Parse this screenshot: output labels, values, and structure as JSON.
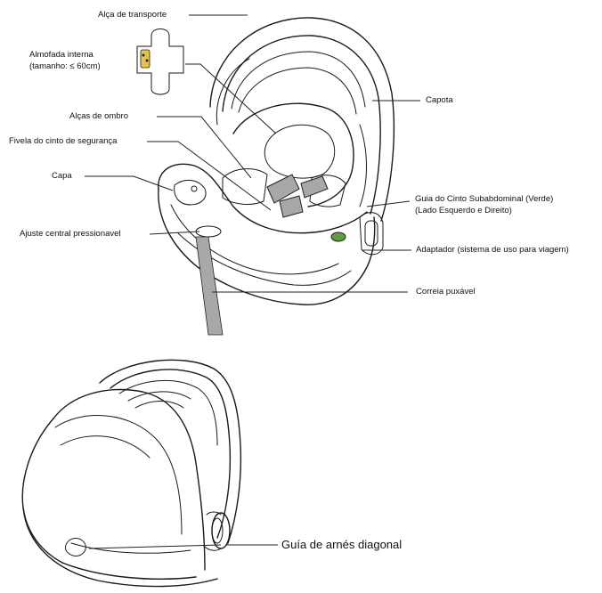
{
  "top_diagram": {
    "labels": {
      "alca_transporte": "Alça de transporte",
      "almofada_line1": "Almofada interna",
      "almofada_line2": "(tamanho: ≤ 60cm)",
      "capota": "Capota",
      "alcas_ombro": "Alças de ombro",
      "fivela": "Fivela do cinto de segurança",
      "capa": "Capa",
      "guia_line1": "Guia do Cinto Subabdominal (Verde)",
      "guia_line2": "(Lado Esquerdo e Direito)",
      "ajuste": "Ajuste central pressionavel",
      "adaptador": "Adaptador (sistema de uso para viagem)",
      "correia": "Correia puxável"
    },
    "colors": {
      "strap_gray": "#a8a8a8",
      "guide_green": "#5f9e3e",
      "line": "#222222"
    }
  },
  "bottom_diagram": {
    "labels": {
      "guia_arnes": "Guía de arnés diagonal"
    }
  }
}
